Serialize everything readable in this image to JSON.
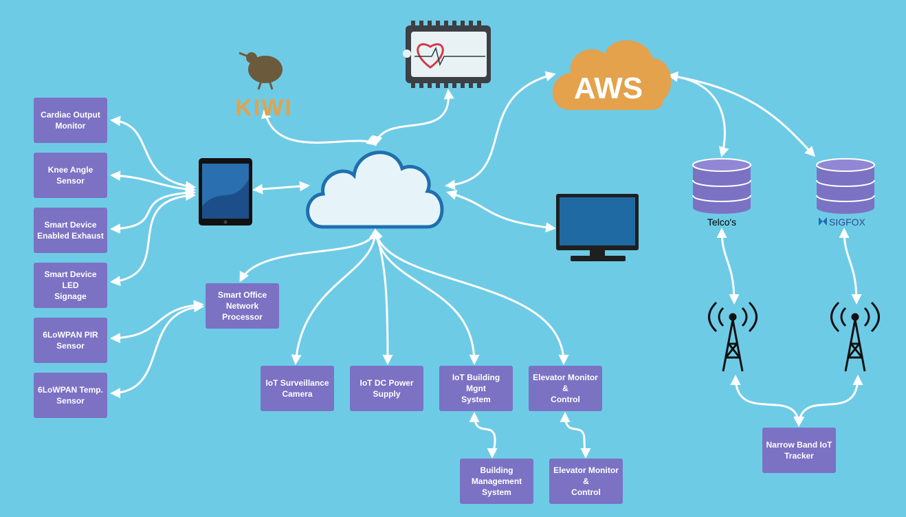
{
  "nodes": {
    "cardiac": "Cardiac Output\nMonitor",
    "knee": "Knee Angle\nSensor",
    "exhaust": "Smart Device\nEnabled Exhaust",
    "led": "Smart Device LED\nSignage",
    "pir": "6LoWPAN PIR\nSensor",
    "temp": "6LoWPAN Temp.\nSensor",
    "office": "Smart Office\nNetwork Processor",
    "camera": "IoT Surveillance\nCamera",
    "power": "IoT DC Power\nSupply",
    "bms_sys": "IoT Building Mgnt\nSystem",
    "elevator1": "Elevator Monitor &\nControl",
    "bms": "Building\nManagement\nSystem",
    "elevator2": "Elevator Monitor &\nControl",
    "nbiot": "Narrow Band IoT\nTracker"
  },
  "labels": {
    "aws": "AWS",
    "kiwi": "KIWI",
    "telco": "Telco's",
    "sigfox": "SIGFOX"
  },
  "colors": {
    "background": "#6ecbe6",
    "node": "#7b72c4",
    "aws_cloud": "#e3a24b",
    "database": "#7b72c4",
    "connector": "#ffffff"
  },
  "icons": [
    "tablet-icon",
    "kiwi-logo",
    "heart-monitor-chip-icon",
    "cloud-icon",
    "aws-cloud-icon",
    "monitor-icon",
    "database-icon",
    "radio-tower-icon",
    "sigfox-logo-icon"
  ]
}
